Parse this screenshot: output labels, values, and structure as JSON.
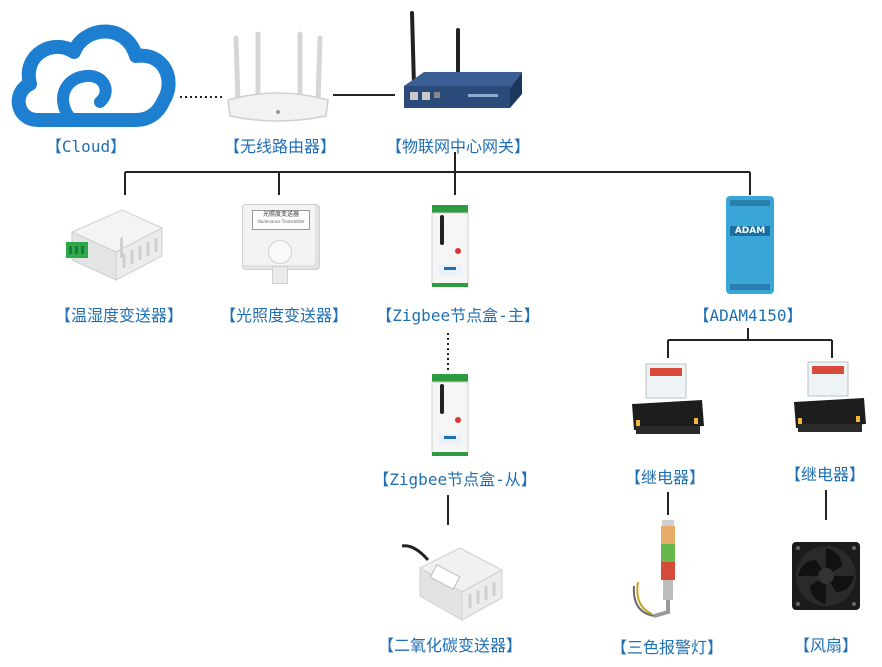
{
  "labels": {
    "cloud": "【Cloud】",
    "router": "【无线路由器】",
    "gateway": "【物联网中心网关】",
    "temp_humidity": "【温湿度变送器】",
    "light": "【光照度变送器】",
    "zigbee_master": "【Zigbee节点盒-主】",
    "adam": "【ADAM4150】",
    "zigbee_slave": "【Zigbee节点盒-从】",
    "relay1": "【继电器】",
    "relay2": "【继电器】",
    "co2": "【二氧化碳变送器】",
    "tri_light": "【三色报警灯】",
    "fan": "【风扇】"
  },
  "device_text": {
    "light_panel": "光照度变送器",
    "light_panel_sub": "Illuminance Transmitter",
    "adam_logo": "ADAM"
  },
  "colors": {
    "label": "#1f6fb5",
    "cloud": "#1e7fd0",
    "line": "#222222",
    "gateway_body": "#2a4a7a",
    "adam_body": "#3aa6d8"
  }
}
